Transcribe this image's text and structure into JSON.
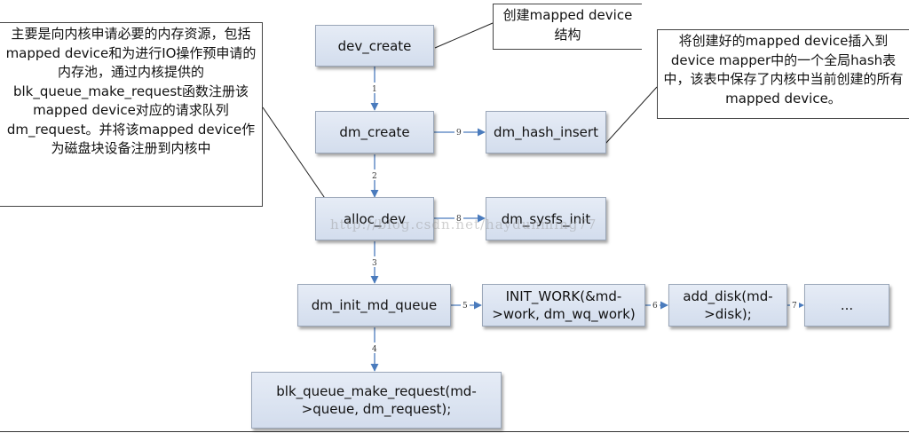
{
  "nodes": {
    "dev_create": "dev_create",
    "dm_create": "dm_create",
    "dm_hash_insert": "dm_hash_insert",
    "alloc_dev": "alloc_dev",
    "dm_sysfs_init": "dm_sysfs_init",
    "dm_init_md_queue": "dm_init_md_queue",
    "init_work": "INIT_WORK(&md->work, dm_wq_work)",
    "add_disk": "add_disk(md->disk);",
    "ellipsis": "...",
    "blk_queue": "blk_queue_make_request(md->queue, dm_request);"
  },
  "edges": {
    "e1": "1",
    "e2": "2",
    "e3": "3",
    "e4": "4",
    "e5": "5",
    "e6": "6",
    "e7": "7",
    "e8": "8",
    "e9": "9"
  },
  "notes": {
    "left": "主要是向内核申请必要的内存资源，包括mapped device和为进行IO操作预申请的内存池，通过内核提供的blk_queue_make_request函数注册该mapped device对应的请求队列dm_request。并将该mapped device作为磁盘块设备注册到内核中",
    "top": "创建mapped device结构",
    "right": "将创建好的mapped device插入到device mapper中的一个全局hash表中，该表中保存了内核中当前创建的所有mapped device。"
  },
  "watermark": "http://blog.csdn.net/haydunming77"
}
